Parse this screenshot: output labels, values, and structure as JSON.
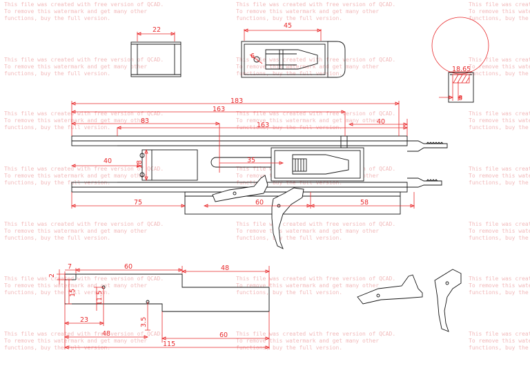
{
  "watermark": {
    "line1": "This file was created with free version of QCAD.",
    "line2": "To remove this watermark and get many other",
    "line3": "functions, buy the full version."
  },
  "dimensions": {
    "top_block_width": "22",
    "top_slot_length": "45",
    "top_slot_hole": "6",
    "circle_chord": "18.65",
    "circle_height": "8",
    "overall_length": "183",
    "inner_length": "163",
    "rail_length": "83",
    "slide_length": "163",
    "right_offset": "40",
    "left_inset": "40",
    "frame_height": "18",
    "slot_length": "35",
    "bottom_left": "75",
    "trigger_zone": "60",
    "bottom_right": "58",
    "part_step_height": "2",
    "part_step_width": "7",
    "part_top_length": "60",
    "part_right_length": "48",
    "part_left_height": "15",
    "part_hole_height": "11.5",
    "part_hole_offset": "23",
    "part_hole2_height": "3.5",
    "part_lower_left": "48",
    "part_lower_right": "60",
    "part_overall_length": "115"
  },
  "colors": {
    "dimension": "#e8282a",
    "outline": "#111111",
    "watermark": "#f1b9ba"
  }
}
